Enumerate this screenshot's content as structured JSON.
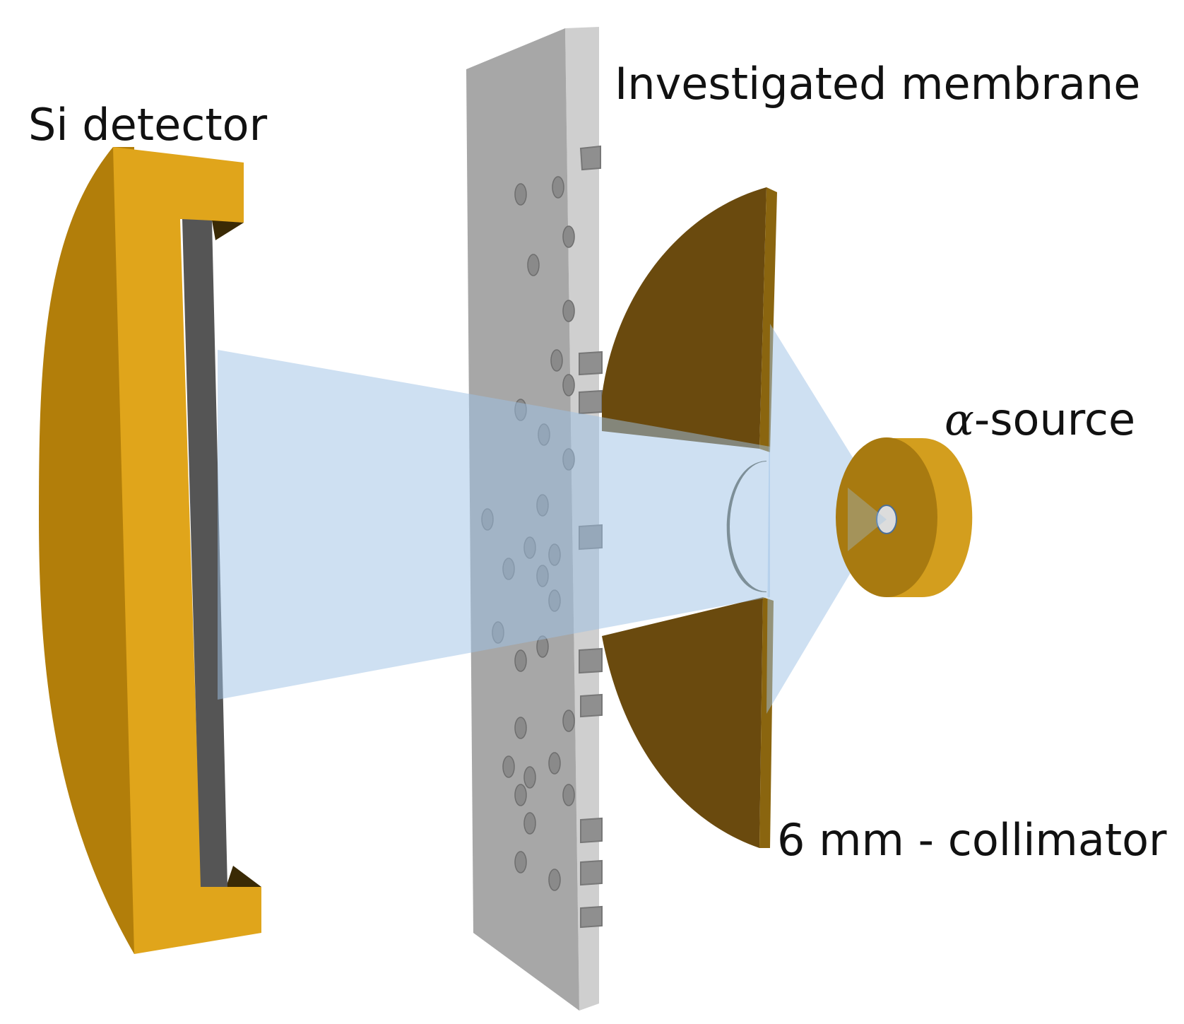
{
  "labels": {
    "si_detector": "Si detector",
    "membrane": "Investigated membrane",
    "alpha_symbol": "α",
    "alpha_suffix": "-source",
    "collimator": "6 mm - collimator"
  },
  "colors": {
    "detector_front": "#E0A51B",
    "detector_side": "#B27E0A",
    "detector_inner": "#555555",
    "membrane_front": "#A7A7A7",
    "membrane_side": "#CFCFCF",
    "collimator_front": "#6A4A0E",
    "collimator_edge": "#8A650F",
    "source_front": "#A87A10",
    "source_side": "#D39E1E",
    "beam": "#9EC2E6"
  }
}
